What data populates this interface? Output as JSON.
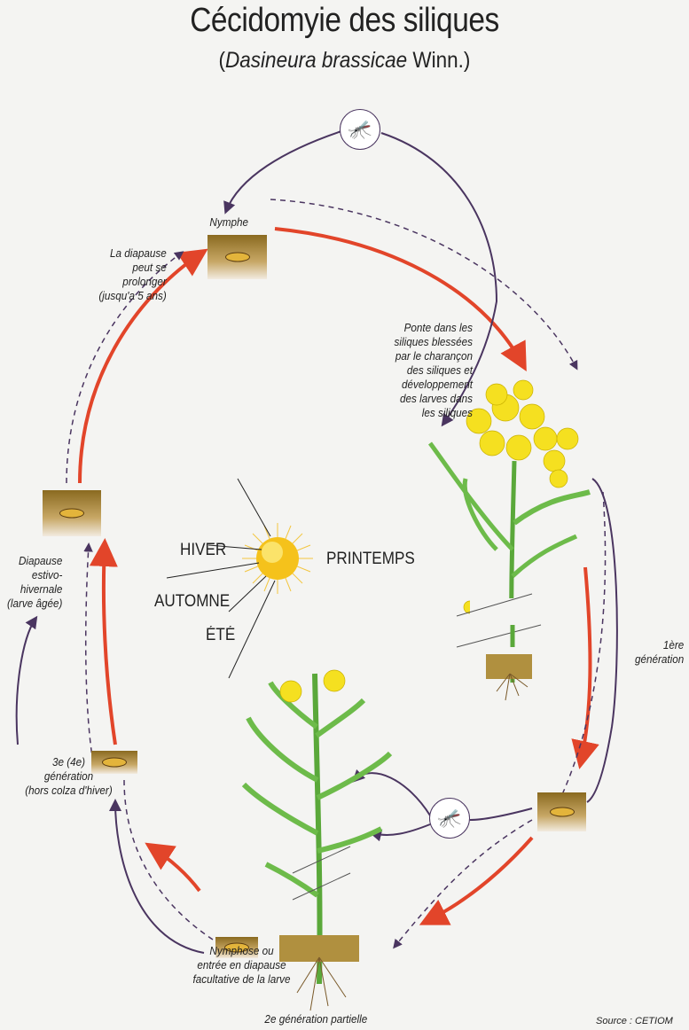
{
  "title": "Cécidomyie des siliques",
  "subtitle_species": "Dasineura brassicae",
  "subtitle_author": "Winn.)",
  "subtitle_open": "(",
  "stages": {
    "nymphe": "Nymphe",
    "diapause_prolong": [
      "La diapause",
      "peut se",
      "prolonger",
      "(jusqu'a 5 ans)"
    ],
    "ponte": [
      "Ponte dans les",
      "siliques blessées",
      "par le charançon",
      "des siliques et",
      "développement",
      "des larves dans",
      "les siliques"
    ],
    "diapause_estivo": [
      "Diapause",
      "estivo-",
      "hivernale",
      "(larve âgée)"
    ],
    "premiere_generation": [
      "1ère",
      "génération"
    ],
    "troisieme_generation": [
      "3e  (4e)",
      "génération",
      "(hors colza d'hiver)"
    ],
    "nymphose": [
      "Nymphose ou",
      "entrée en diapause",
      "facultative de la larve"
    ],
    "deuxieme_generation": "2e génération partielle"
  },
  "seasons": {
    "hiver": "HIVER",
    "printemps": "PRINTEMPS",
    "automne": "AUTOMNE",
    "ete": "ÉTÉ"
  },
  "source": "Source : CETIOM",
  "colors": {
    "red_arrow": "#e2452a",
    "purple_arrow": "#4a3560",
    "flower": "#f5e020",
    "stem": "#5aa83a",
    "soil": "#a8842e"
  }
}
